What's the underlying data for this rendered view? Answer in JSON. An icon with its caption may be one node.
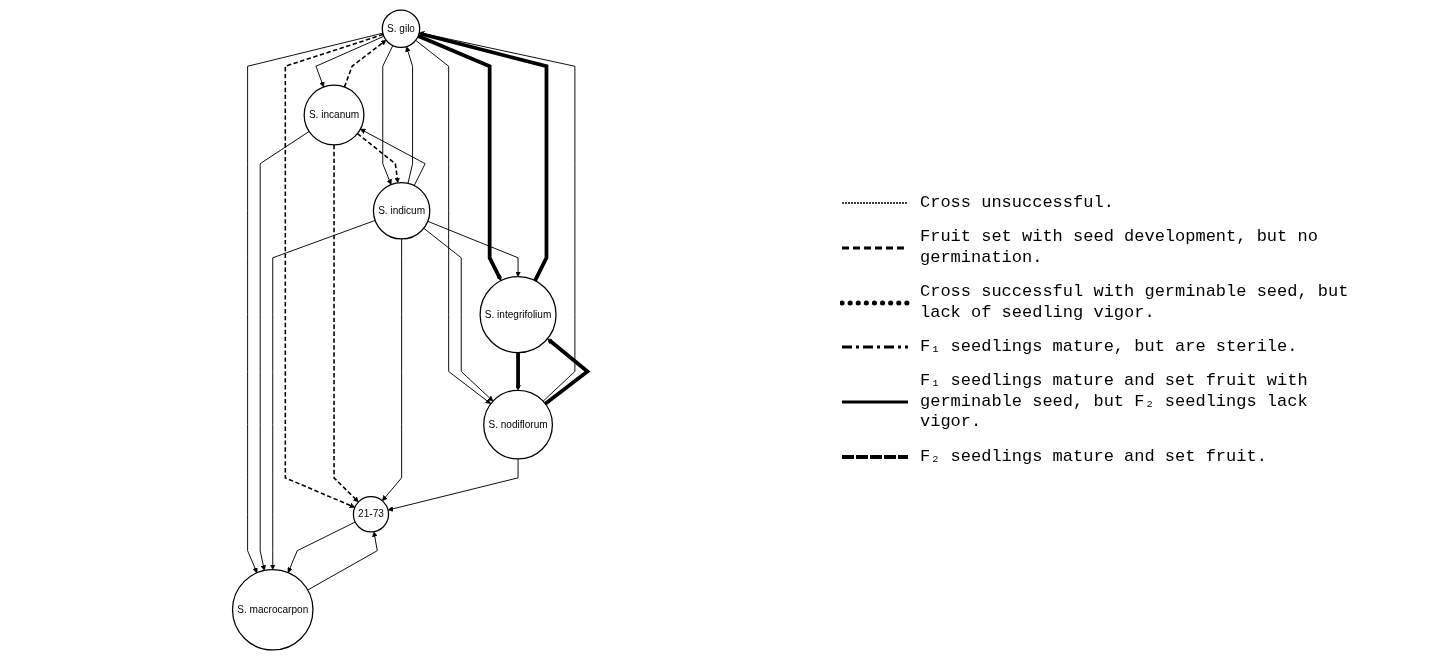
{
  "diagram": {
    "nodes": [
      {
        "text": [
          "S. gilo"
        ]
      },
      {
        "text": [
          "S. integrifolium"
        ]
      },
      {
        "text": [
          "S. incanum"
        ]
      },
      {
        "text": [
          "S. macrocarpon"
        ]
      },
      {
        "text": [
          "S. indicum"
        ]
      },
      {
        "text": [
          "S. nodiflorum"
        ]
      },
      {
        "text": [
          "21-73"
        ]
      }
    ],
    "edges": [
      {
        "from": 1,
        "to": 0,
        "arrow": "to",
        "style": "thick"
      },
      {
        "from": 0,
        "to": 1,
        "arrow": "to",
        "style": "thick"
      },
      {
        "from": 0,
        "to": 2,
        "arrow": "to"
      },
      {
        "from": 2,
        "to": 0,
        "arrow": "to",
        "style": "dashed"
      },
      {
        "from": 0,
        "to": 3,
        "arrow": "to"
      },
      {
        "from": 0,
        "to": 6,
        "arrow": "to",
        "style": "dashed"
      },
      {
        "from": 5,
        "to": 0,
        "arrow": "to"
      },
      {
        "from": 0,
        "to": 5,
        "arrow": "to"
      },
      {
        "from": 4,
        "to": 0,
        "arrow": "to"
      },
      {
        "from": 0,
        "to": 4,
        "arrow": "to"
      },
      {
        "from": 4,
        "to": 1,
        "arrow": "to"
      },
      {
        "from": 2,
        "to": 3,
        "arrow": "to"
      },
      {
        "from": 2,
        "to": 6,
        "arrow": "to",
        "style": "dashed"
      },
      {
        "from": 4,
        "to": 2,
        "arrow": "to"
      },
      {
        "from": 2,
        "to": 4,
        "arrow": "to",
        "style": "dashed"
      },
      {
        "from": 4,
        "to": 3,
        "arrow": "to"
      },
      {
        "from": 4,
        "to": 5,
        "arrow": "to"
      },
      {
        "from": 4,
        "to": 6,
        "arrow": "to"
      },
      {
        "from": 5,
        "to": 1,
        "arrow": "to",
        "style": "thick"
      },
      {
        "from": 1,
        "to": 5,
        "arrow": "to",
        "style": "thick"
      },
      {
        "from": 6,
        "to": 3,
        "arrow": "to"
      },
      {
        "from": 3,
        "to": 6,
        "arrow": "to"
      },
      {
        "from": 5,
        "to": 6,
        "arrow": "to"
      }
    ],
    "legend": [
      {
        "text": "Cross unsuccessful."
      },
      {
        "text": "Fruit set with seed development, but no germination."
      },
      {
        "text": "Cross successful with germinable seed, but lack of seedling vigor."
      },
      {
        "text": "F₁ seedlings mature, but are sterile."
      },
      {
        "text": "F₁ seedlings mature and set fruit with germinable seed, but F₂ seedlings lack vigor."
      },
      {
        "text": "F₂ seedlings mature and set fruit."
      }
    ]
  }
}
